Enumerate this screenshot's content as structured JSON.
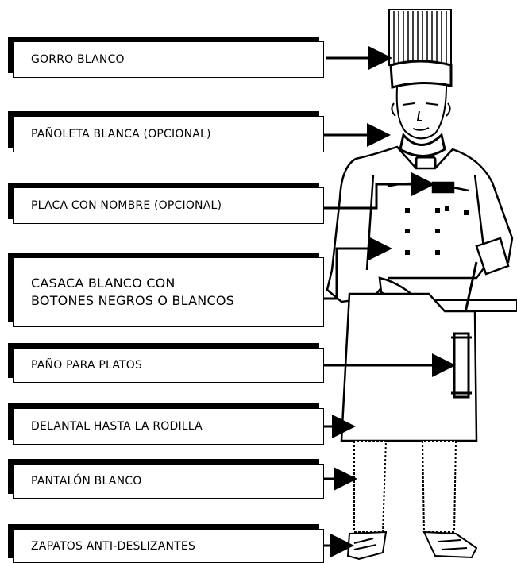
{
  "labels": {
    "gorro": "GORRO BLANCO",
    "panoleta": "PAÑOLETA BLANCA  (OPCIONAL)",
    "placa": "PLACA  CON  NOMBRE (OPCIONAL)",
    "casaca": "CASACA BLANCO CON\nBOTONES NEGROS O BLANCOS",
    "pano": "PAÑO  PARA  PLATOS",
    "delantal": "DELANTAL  HASTA  LA  RODILLA",
    "pantalon": "PANTALÓN  BLANCO",
    "zapatos": "ZAPATOS ANTI-DESLIZANTES"
  },
  "figure": {
    "subject": "chef-uniform-illustration"
  }
}
